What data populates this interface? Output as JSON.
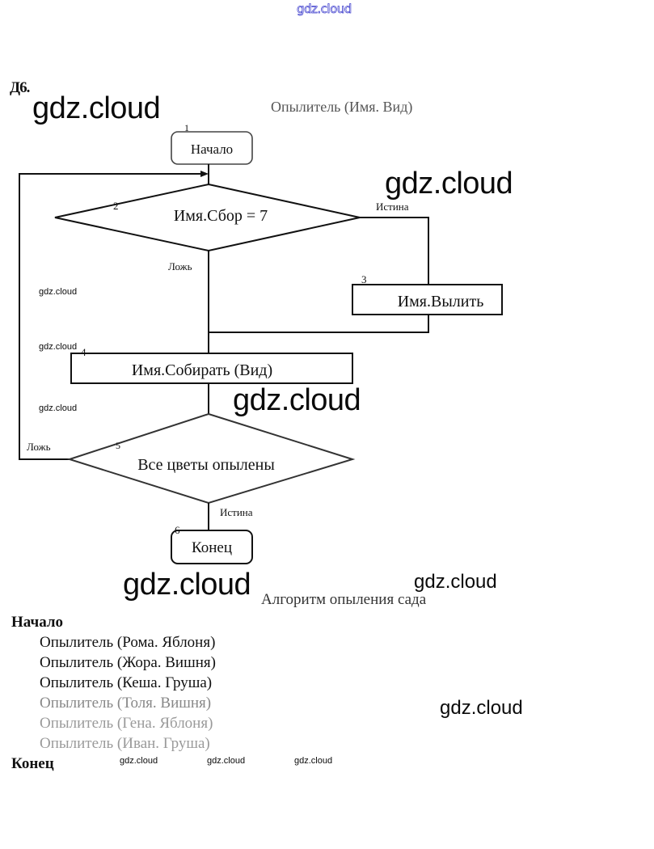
{
  "watermarks": {
    "top": "gdz.cloud",
    "big": [
      "gdz.cloud",
      "gdz.cloud",
      "gdz.cloud",
      "gdz.cloud"
    ],
    "mid": [
      "gdz.cloud",
      "gdz.cloud"
    ],
    "small": [
      "gdz.cloud",
      "gdz.cloud",
      "gdz.cloud",
      "gdz.cloud",
      "gdz.cloud",
      "gdz.cloud"
    ]
  },
  "task": {
    "label": "Д6.",
    "diagram_title": "Опылитель (Имя. Вид)",
    "caption": "Алгоритм опыления сада"
  },
  "flowchart": {
    "blocks": [
      {
        "number": "1",
        "type": "terminator",
        "text": "Начало"
      },
      {
        "number": "2",
        "type": "decision",
        "text": "Имя.Сбор = 7"
      },
      {
        "number": "3",
        "type": "process",
        "text": "Имя.Вылить"
      },
      {
        "number": "4",
        "type": "process",
        "text": "Имя.Собирать (Вид)"
      },
      {
        "number": "5",
        "type": "decision",
        "text": "Все цветы опылены"
      },
      {
        "number": "6",
        "type": "terminator",
        "text": "Конец"
      }
    ],
    "branch_labels": {
      "decision2_true": "Истина",
      "decision2_false": "Ложь",
      "decision5_true": "Истина",
      "decision5_false": "Ложь"
    }
  },
  "algorithm": {
    "begin": "Начало",
    "calls": [
      "Опылитель (Рома. Яблоня)",
      "Опылитель (Жора. Вишня)",
      "Опылитель (Кеша. Груша)",
      "Опылитель (Толя. Вишня)",
      "Опылитель (Гена. Яблоня)",
      "Опылитель (Иван. Груша)"
    ],
    "end": "Конец"
  }
}
